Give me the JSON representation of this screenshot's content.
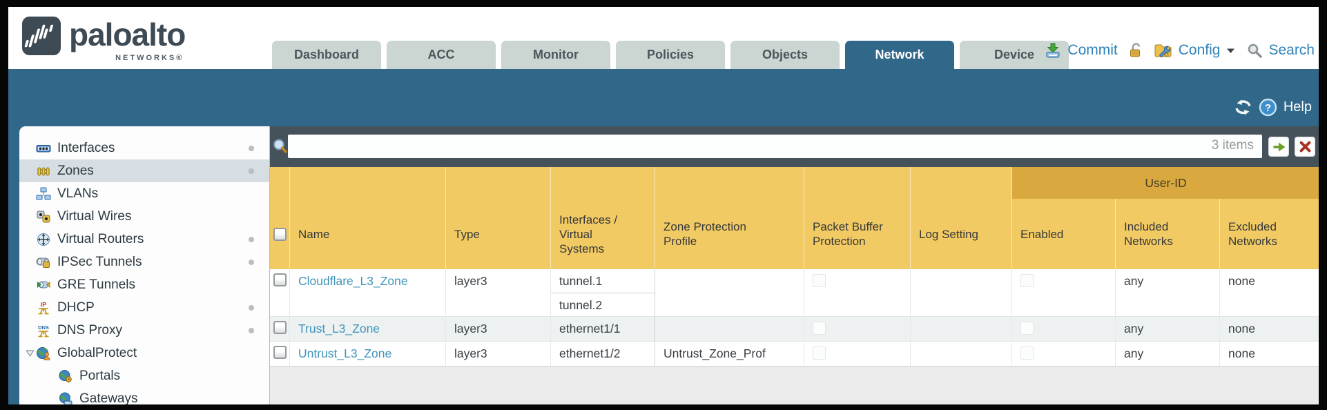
{
  "brand": {
    "name": "paloalto",
    "sub": "NETWORKS®"
  },
  "tabs": [
    {
      "label": "Dashboard",
      "active": false
    },
    {
      "label": "ACC",
      "active": false
    },
    {
      "label": "Monitor",
      "active": false
    },
    {
      "label": "Policies",
      "active": false
    },
    {
      "label": "Objects",
      "active": false
    },
    {
      "label": "Network",
      "active": true
    },
    {
      "label": "Device",
      "active": false
    }
  ],
  "header_actions": {
    "commit_label": "Commit",
    "config_label": "Config",
    "search_label": "Search",
    "icons": [
      "commit-icon",
      "lock-icon",
      "config-folder-icon",
      "caret-down-icon",
      "search-icon"
    ]
  },
  "band_actions": {
    "help_label": "Help",
    "icons": [
      "refresh-icon",
      "help-icon"
    ]
  },
  "sidebar": {
    "items": [
      {
        "label": "Interfaces",
        "icon": "interfaces",
        "dot": true,
        "selected": false,
        "indent": false,
        "expander": false
      },
      {
        "label": "Zones",
        "icon": "zones",
        "dot": true,
        "selected": true,
        "indent": false,
        "expander": false
      },
      {
        "label": "VLANs",
        "icon": "vlans",
        "dot": false,
        "selected": false,
        "indent": false,
        "expander": false
      },
      {
        "label": "Virtual Wires",
        "icon": "virtual-wires",
        "dot": false,
        "selected": false,
        "indent": false,
        "expander": false
      },
      {
        "label": "Virtual Routers",
        "icon": "virtual-routers",
        "dot": true,
        "selected": false,
        "indent": false,
        "expander": false
      },
      {
        "label": "IPSec Tunnels",
        "icon": "ipsec-tunnels",
        "dot": true,
        "selected": false,
        "indent": false,
        "expander": false
      },
      {
        "label": "GRE Tunnels",
        "icon": "gre-tunnels",
        "dot": false,
        "selected": false,
        "indent": false,
        "expander": false
      },
      {
        "label": "DHCP",
        "icon": "dhcp",
        "dot": true,
        "selected": false,
        "indent": false,
        "expander": false
      },
      {
        "label": "DNS Proxy",
        "icon": "dns-proxy",
        "dot": true,
        "selected": false,
        "indent": false,
        "expander": false
      },
      {
        "label": "GlobalProtect",
        "icon": "globalprotect",
        "dot": false,
        "selected": false,
        "indent": false,
        "expander": true
      },
      {
        "label": "Portals",
        "icon": "portals",
        "dot": false,
        "selected": false,
        "indent": true,
        "expander": false
      },
      {
        "label": "Gateways",
        "icon": "gateways",
        "dot": false,
        "selected": false,
        "indent": true,
        "expander": false
      }
    ]
  },
  "filter": {
    "value": "",
    "count": "3 items"
  },
  "table": {
    "group_header": "User-ID",
    "columns": [
      "",
      "Name",
      "Type",
      "Interfaces /\nVirtual\nSystems",
      "Zone Protection\nProfile",
      "Packet Buffer\nProtection",
      "Log Setting",
      "Enabled",
      "Included\nNetworks",
      "Excluded\nNetworks"
    ],
    "rows": [
      {
        "name": "Cloudflare_L3_Zone",
        "type": "layer3",
        "interfaces": [
          "tunnel.1",
          "tunnel.2"
        ],
        "zone_protection_profile": "",
        "packet_buffer_protection_checked": false,
        "log_setting": "",
        "user_id_enabled_checked": false,
        "included_networks": "any",
        "excluded_networks": "none",
        "alt": false
      },
      {
        "name": "Trust_L3_Zone",
        "type": "layer3",
        "interfaces": [
          "ethernet1/1"
        ],
        "zone_protection_profile": "",
        "packet_buffer_protection_checked": false,
        "log_setting": "",
        "user_id_enabled_checked": false,
        "included_networks": "any",
        "excluded_networks": "none",
        "alt": true
      },
      {
        "name": "Untrust_L3_Zone",
        "type": "layer3",
        "interfaces": [
          "ethernet1/2"
        ],
        "zone_protection_profile": "Untrust_Zone_Prof",
        "packet_buffer_protection_checked": false,
        "log_setting": "",
        "user_id_enabled_checked": false,
        "included_networks": "any",
        "excluded_networks": "none",
        "alt": false
      }
    ]
  },
  "colors": {
    "teal_band": "#31688a",
    "tab_inactive": "#cbd5d2",
    "filter_bar": "#46525a",
    "table_header": "#f2ca63",
    "group_band": "#d9a93f",
    "link_blue": "#4095ba",
    "action_blue": "#2e82b8",
    "sidebar_selected": "#d6dee3",
    "row_alt": "#edf1f2"
  }
}
